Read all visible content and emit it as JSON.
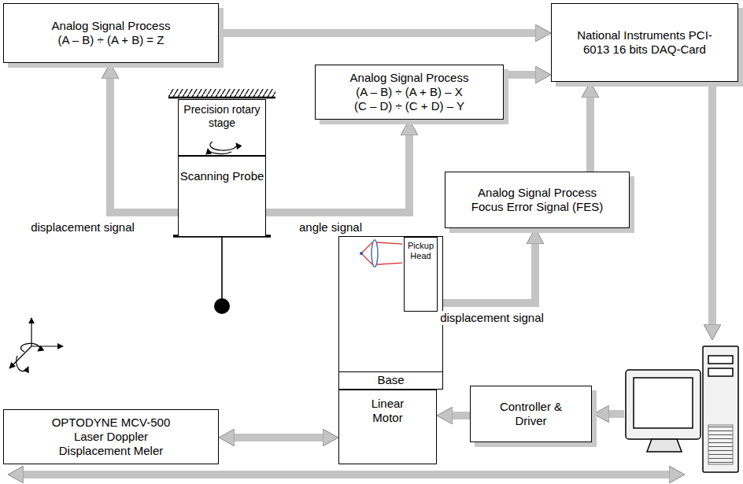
{
  "diagram": {
    "nodes": [
      {
        "text": [
          "Analog Signal Process",
          "(A – B) ÷ (A + B) = Z"
        ]
      },
      {
        "text": [
          "National Instruments PCI-6013 16 bits DAQ-Card"
        ]
      },
      {
        "text": [
          "Analog Signal Process",
          "(A – B) ÷ (A + B) – X",
          "(C – D) ÷ (C + D) – Y"
        ]
      },
      {
        "text": [
          "Precision rotary stage"
        ]
      },
      {
        "text": [
          "Scanning Probe"
        ]
      },
      {
        "text": [
          "Analog Signal Process",
          "Focus Error Signal (FES)"
        ]
      },
      {
        "text": [
          "Base"
        ]
      },
      {
        "text": [
          "Pickup Head"
        ],
        "in": 6
      },
      {
        "text": [
          "Linear Motor"
        ]
      },
      {
        "text": [
          "OPTODYNE MCV-500 Laser Doppler Displacement Meler"
        ]
      },
      {
        "text": [
          "Controller & Driver"
        ]
      }
    ],
    "edges": [
      {
        "from": 0,
        "to": 1,
        "arrow": "to"
      },
      {
        "from": 2,
        "to": 1,
        "arrow": "to"
      },
      {
        "from": 5,
        "to": 1,
        "arrow": "to"
      },
      {
        "from": 4,
        "to": 0,
        "label": "displacement signal",
        "arrow": "to"
      },
      {
        "from": 4,
        "to": 2,
        "label": "angle signal",
        "arrow": "to"
      },
      {
        "from": 6,
        "to": 5,
        "label": "displacement signal",
        "arrow": "to"
      },
      {
        "from": 10,
        "to": 8,
        "arrow": "to"
      },
      {
        "from": 9,
        "to": 8,
        "arrow": "both"
      }
    ]
  }
}
